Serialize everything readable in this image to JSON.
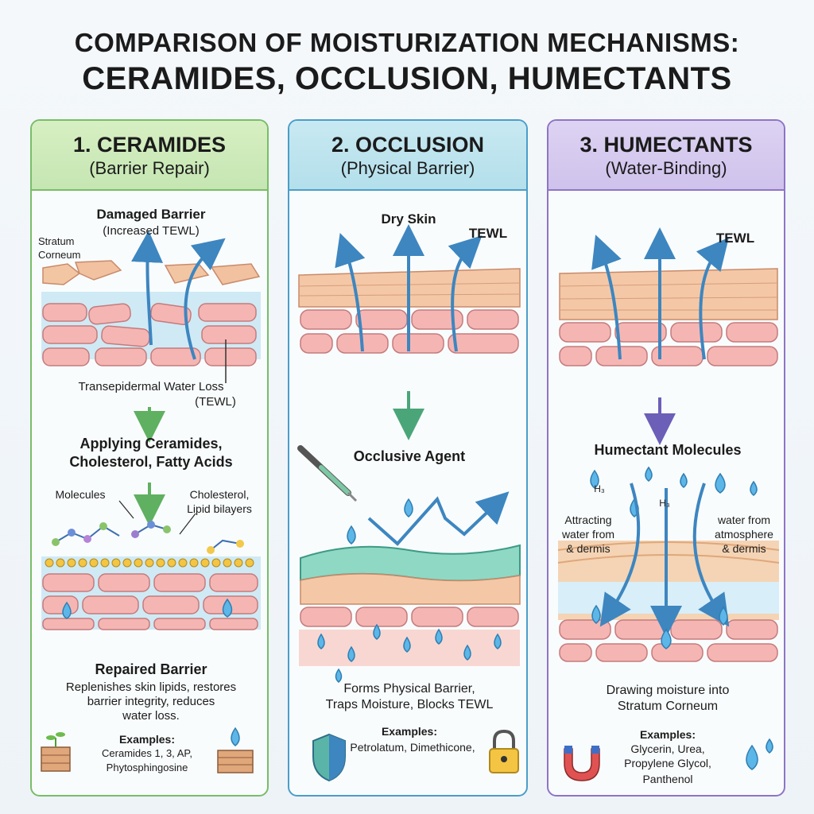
{
  "title": {
    "line1": "COMPARISON OF MOISTURIZATION MECHANISMS:",
    "line2": "CERAMIDES, OCCLUSION, HUMECTANTS"
  },
  "panels": [
    {
      "heading": "1. CERAMIDES",
      "subheading": "(Barrier Repair)",
      "accent": "#78bd68",
      "damaged_title": "Damaged Barrier",
      "damaged_sub": "(Increased TEWL)",
      "stratum_label_1": "Stratum",
      "stratum_label_2": "Corneum",
      "tewl_label_1": "Transepidermal Water Loss",
      "tewl_label_2": "(TEWL)",
      "applying_1": "Applying Ceramides,",
      "applying_2": "Cholesterol, Fatty Acids",
      "molecules_label": "Molecules",
      "cholesterol_1": "Cholesterol,",
      "cholesterol_2": "Lipid bilayers",
      "repaired_title": "Repaired Barrier",
      "desc_1": "Replenishes skin lipids, restores",
      "desc_2": "barrier integrity, reduces",
      "desc_3": "water loss.",
      "examples_label": "Examples:",
      "examples_1": "Ceramides 1, 3, AP,",
      "examples_2": "Phytosphingosine",
      "icons": [
        "sprout-brick-icon",
        "droplet-brick-icon"
      ]
    },
    {
      "heading": "2. OCCLUSION",
      "subheading": "(Physical Barrier)",
      "accent": "#4a9ec8",
      "dry_skin": "Dry Skin",
      "tewl": "TEWL",
      "agent_label": "Occlusive Agent",
      "desc_1": "Forms Physical Barrier,",
      "desc_2": "Traps Moisture, Blocks TEWL",
      "examples_label": "Examples:",
      "examples_1": "Petrolatum, Dimethicone,",
      "icons": [
        "shield-icon",
        "padlock-icon",
        "dropper-icon"
      ]
    },
    {
      "heading": "3. HUMECTANTS",
      "subheading": "(Water-Binding)",
      "accent": "#8e74c6",
      "tewl": "TEWL",
      "molecules_label": "Humectant Molecules",
      "left_1": "Attracting",
      "left_2": "water from",
      "left_3": "& dermis",
      "right_1": "water from",
      "right_2": "atmosphere",
      "right_3": "& dermis",
      "molecule_tag": "H₃",
      "desc_1": "Drawing moisture into",
      "desc_2": "Stratum Corneum",
      "examples_label": "Examples:",
      "examples_1": "Glycerin, Urea,",
      "examples_2": "Propylene Glycol,",
      "examples_3": "Panthenol",
      "icons": [
        "magnet-icon",
        "droplets-icon"
      ]
    }
  ]
}
